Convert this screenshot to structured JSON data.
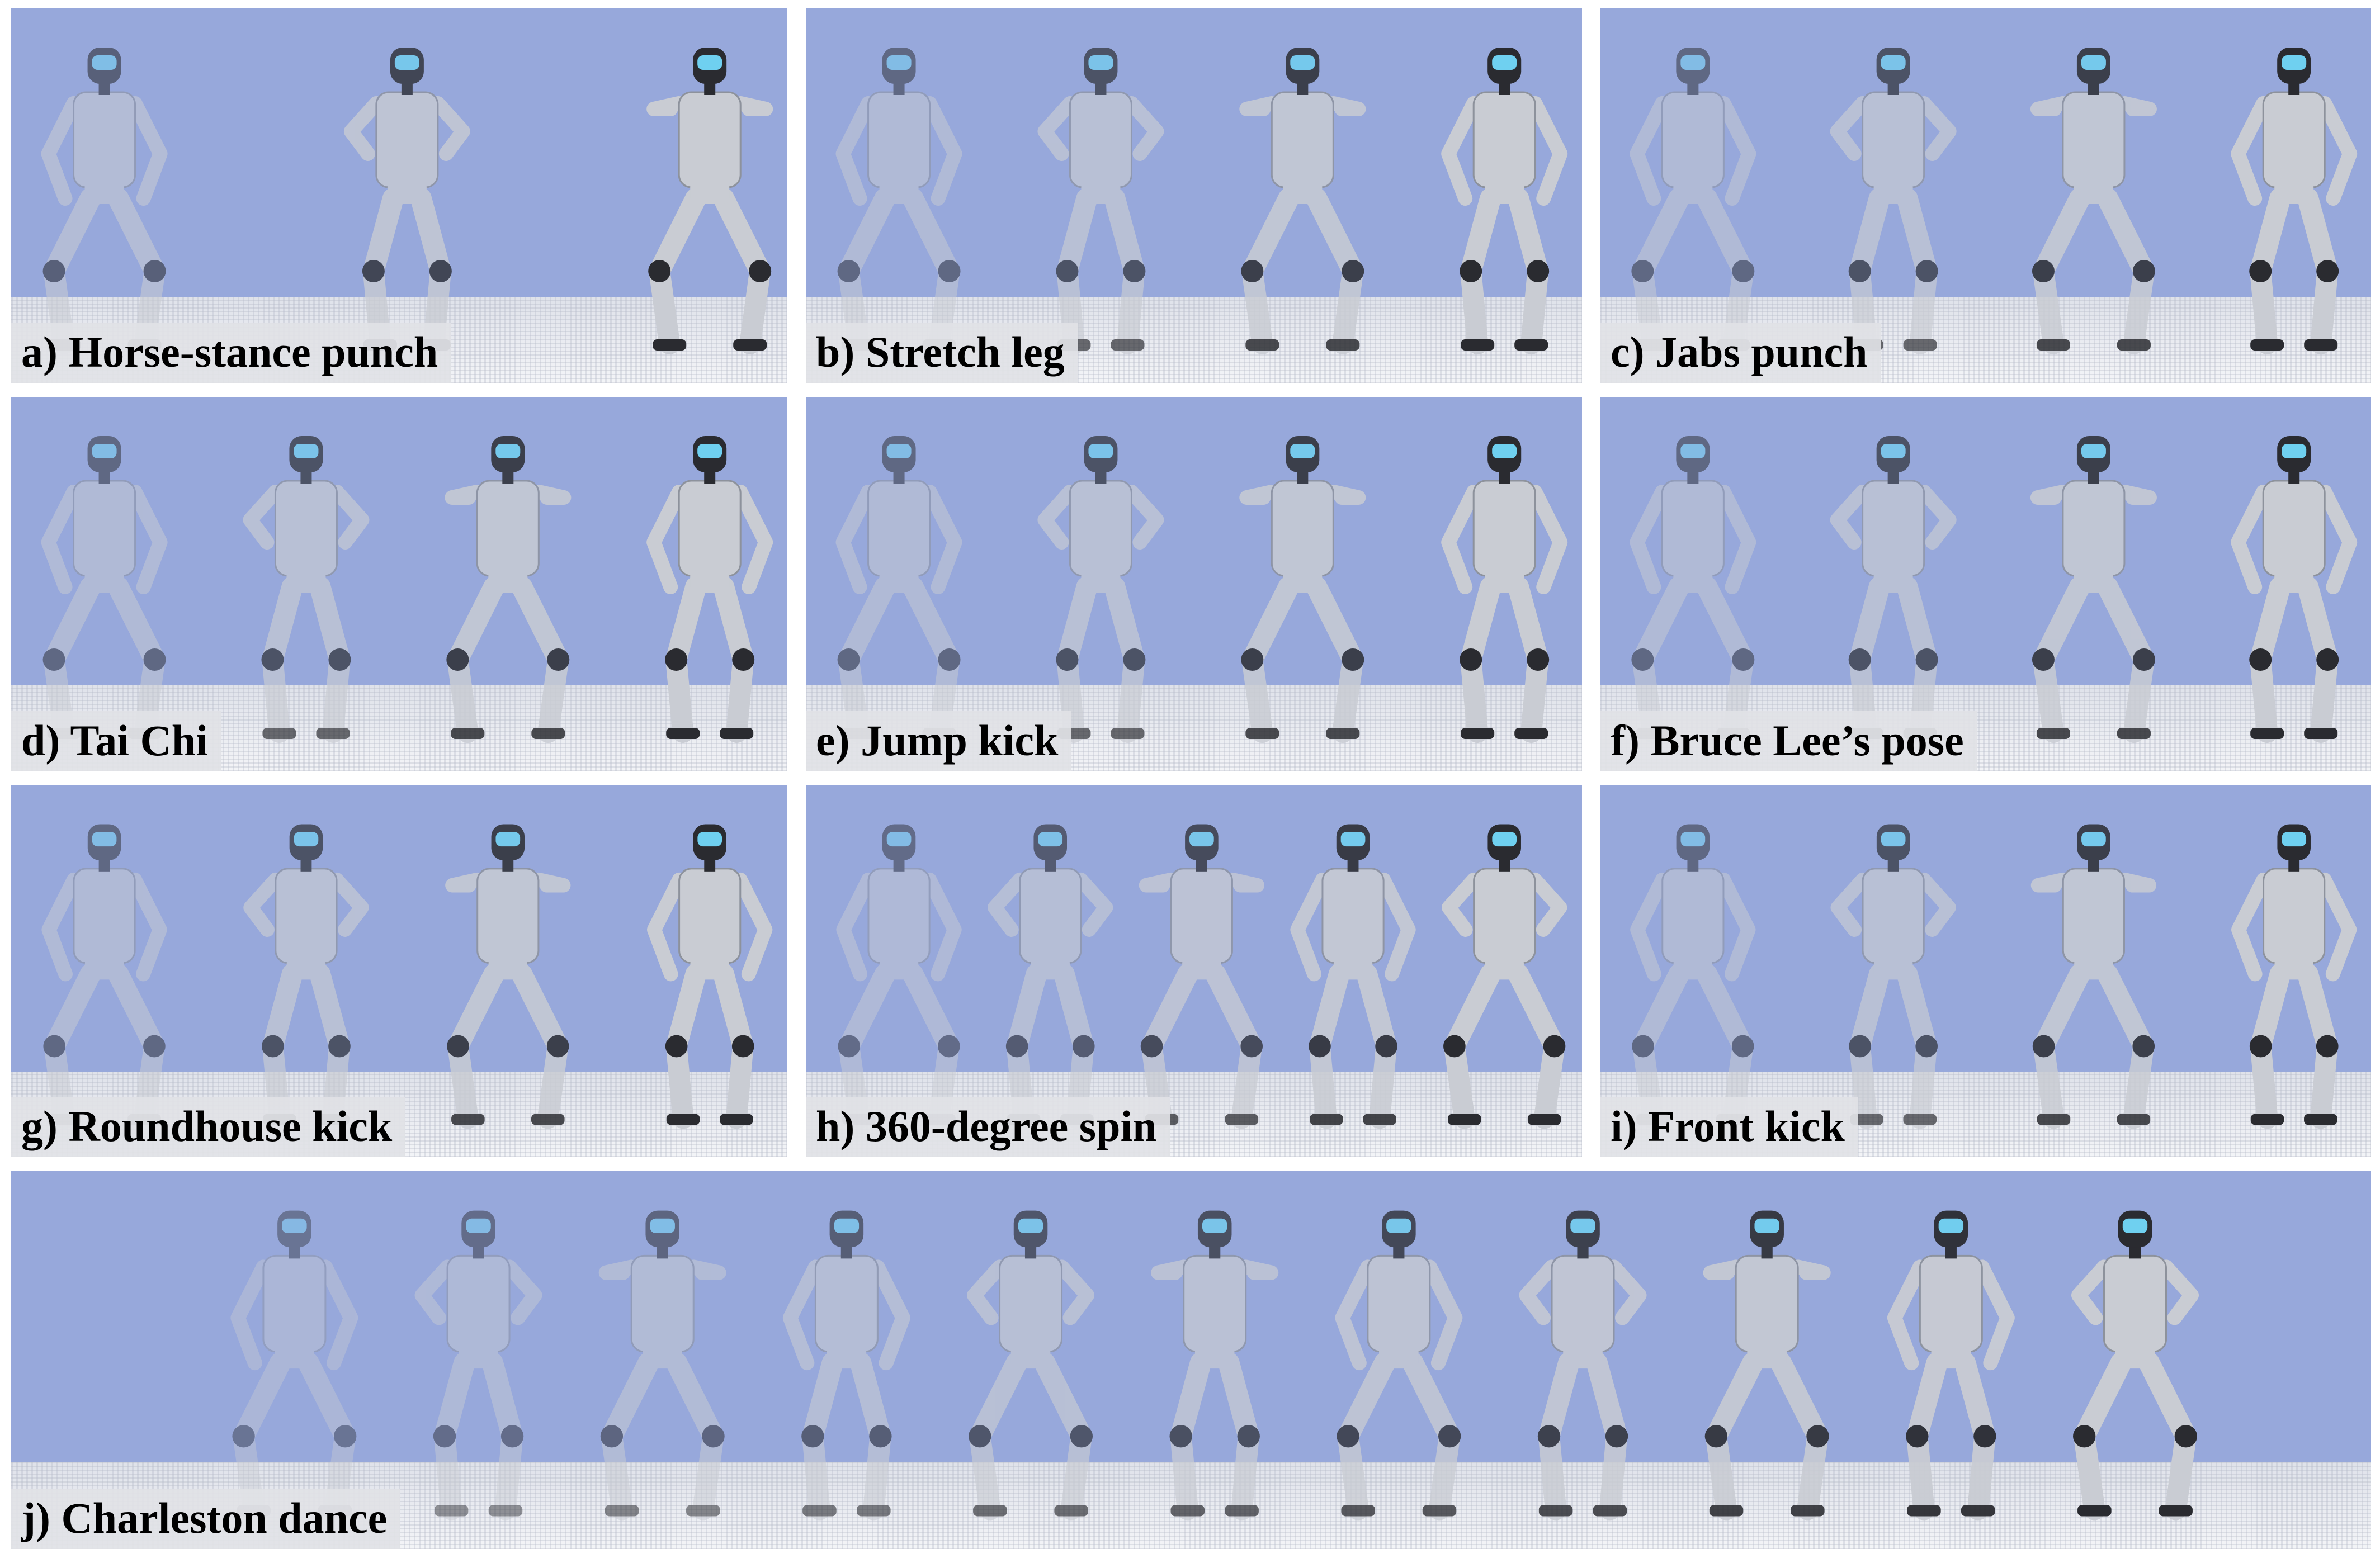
{
  "panels": [
    {
      "id": "a",
      "caption": "a) Horse-stance punch",
      "robot_count": 3
    },
    {
      "id": "b",
      "caption": "b) Stretch leg",
      "robot_count": 4
    },
    {
      "id": "c",
      "caption": "c) Jabs punch",
      "robot_count": 4
    },
    {
      "id": "d",
      "caption": "d) Tai Chi",
      "robot_count": 4
    },
    {
      "id": "e",
      "caption": "e) Jump kick",
      "robot_count": 4
    },
    {
      "id": "f",
      "caption": "f) Bruce Lee’s pose",
      "robot_count": 4
    },
    {
      "id": "g",
      "caption": "g) Roundhouse kick",
      "robot_count": 4
    },
    {
      "id": "h",
      "caption": "h) 360-degree spin",
      "robot_count": 5
    },
    {
      "id": "i",
      "caption": "i) Front kick",
      "robot_count": 4
    },
    {
      "id": "j",
      "caption": "j) Charleston dance",
      "robot_count": 11
    }
  ],
  "colors": {
    "sky": "#97a8db",
    "floor": "#e6e8ee",
    "caption_bg": "#e1e2e6",
    "robot_body": "#c9ccd3",
    "robot_joint": "#2a2b30",
    "visor": "#6fd0f0"
  }
}
